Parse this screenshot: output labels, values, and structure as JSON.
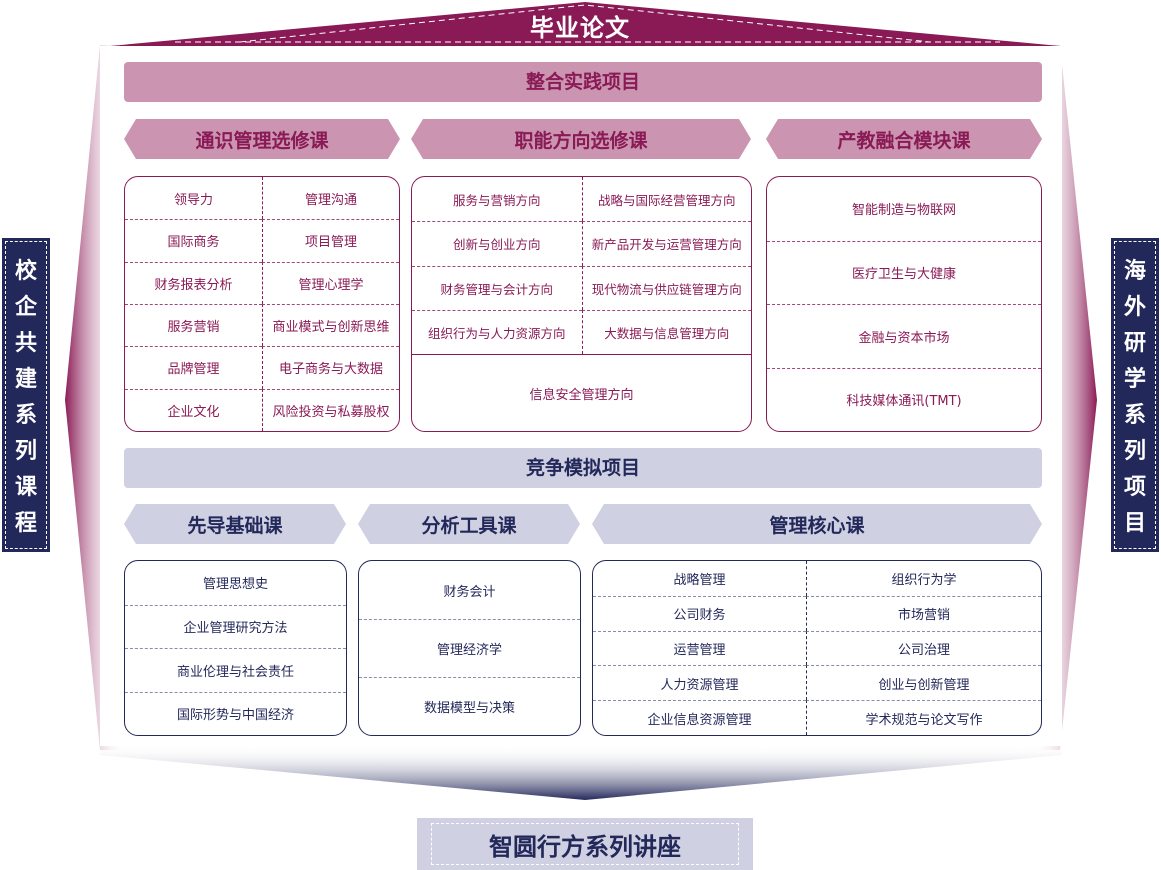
{
  "top": {
    "title": "毕业论文"
  },
  "upper": {
    "project_bar": "整合实践项目",
    "columns": [
      {
        "header": "通识管理选修课",
        "rows": [
          [
            "领导力",
            "管理沟通"
          ],
          [
            "国际商务",
            "项目管理"
          ],
          [
            "财务报表分析",
            "管理心理学"
          ],
          [
            "服务营销",
            "商业模式与创新思维"
          ],
          [
            "品牌管理",
            "电子商务与大数据"
          ],
          [
            "企业文化",
            "风险投资与私募股权"
          ]
        ]
      },
      {
        "header": "职能方向选修课",
        "rows": [
          [
            "服务与营销方向",
            "战略与国际经营管理方向"
          ],
          [
            "创新与创业方向",
            "新产品开发与运营管理方向"
          ],
          [
            "财务管理与会计方向",
            "现代物流与供应链管理方向"
          ],
          [
            "组织行为与人力资源方向",
            "大数据与信息管理方向"
          ]
        ],
        "footer": "信息安全管理方向"
      },
      {
        "header": "产教融合模块课",
        "items": [
          "智能制造与物联网",
          "医疗卫生与大健康",
          "金融与资本市场",
          "科技媒体通讯(TMT)"
        ]
      }
    ]
  },
  "lower": {
    "project_bar": "竞争模拟项目",
    "columns": [
      {
        "header": "先导基础课",
        "items": [
          "管理思想史",
          "企业管理研究方法",
          "商业伦理与社会责任",
          "国际形势与中国经济"
        ]
      },
      {
        "header": "分析工具课",
        "items": [
          "财务会计",
          "管理经济学",
          "数据模型与决策"
        ]
      },
      {
        "header": "管理核心课",
        "rows": [
          [
            "战略管理",
            "组织行为学"
          ],
          [
            "公司财务",
            "市场营销"
          ],
          [
            "运营管理",
            "公司治理"
          ],
          [
            "人力资源管理",
            "创业与创新管理"
          ],
          [
            "企业信息资源管理",
            "学术规范与论文写作"
          ]
        ]
      }
    ]
  },
  "sides": {
    "left": [
      "校",
      "企",
      "共",
      "建",
      "系",
      "列",
      "课",
      "程"
    ],
    "right": [
      "海",
      "外",
      "研",
      "学",
      "系",
      "列",
      "项",
      "目"
    ]
  },
  "bottom": {
    "title": "智圆行方系列讲座"
  },
  "colors": {
    "purple": "#8a1a55",
    "purple_light": "#cb95b2",
    "navy": "#23285a",
    "navy_light": "#cfd0e1"
  }
}
